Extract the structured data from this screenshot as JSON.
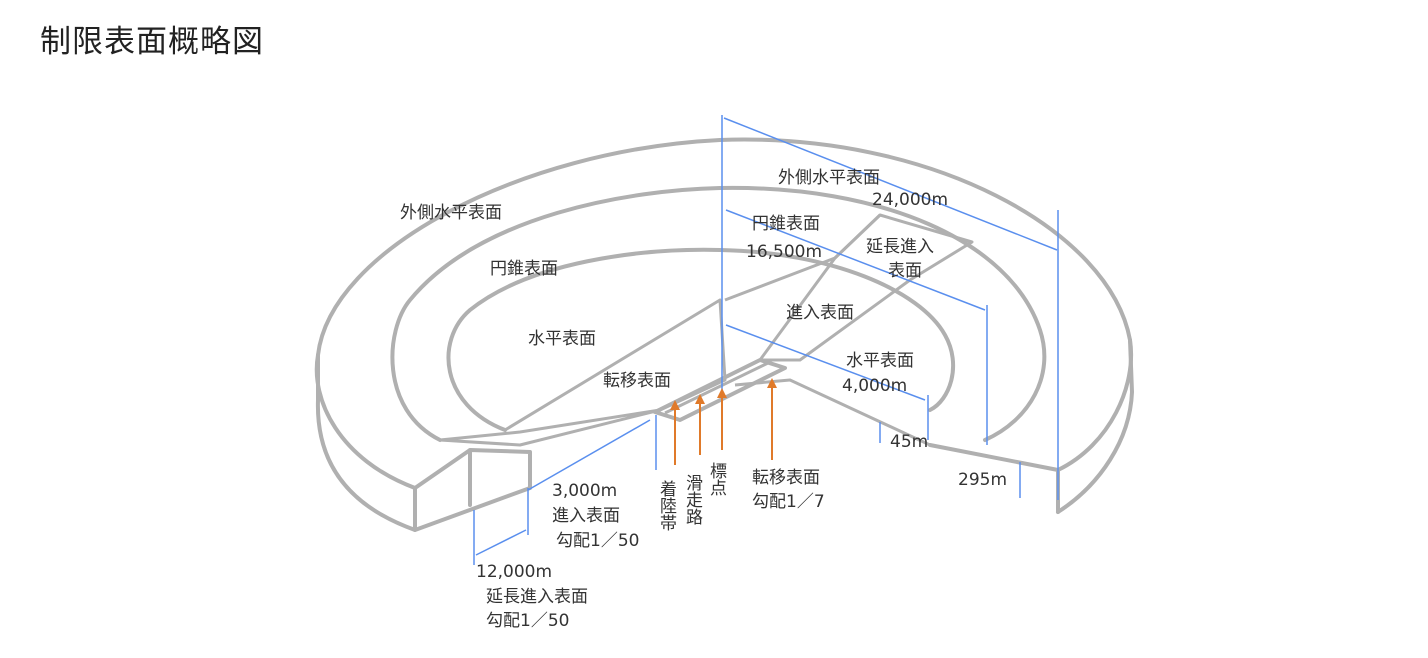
{
  "title": "制限表面概略図",
  "labels": {
    "outer_horizontal_left": "外側水平表面",
    "conical_left": "円錐表面",
    "horizontal_left": "水平表面",
    "transitional_left": "転移表面",
    "outer_horizontal_right": "外側水平表面",
    "dist_24000": "24,000m",
    "conical_right": "円錐表面",
    "dist_16500": "16,500m",
    "extended_approach_1": "延長進入",
    "extended_approach_2": "表面",
    "approach_right": "進入表面",
    "horizontal_right": "水平表面",
    "dist_4000": "4,000m",
    "height_45": "45m",
    "height_295": "295m",
    "landing_strip": "着陸帯",
    "runway": "滑走路",
    "reference_point": "標点",
    "transitional_bottom_1": "転移表面",
    "transitional_bottom_2": "勾配1／7",
    "dist_3000": "3,000m",
    "approach_bottom_1": "進入表面",
    "approach_bottom_2": "勾配1／50",
    "dist_12000": "12,000m",
    "extended_bottom_1": "延長進入表面",
    "extended_bottom_2": "勾配1／50"
  }
}
